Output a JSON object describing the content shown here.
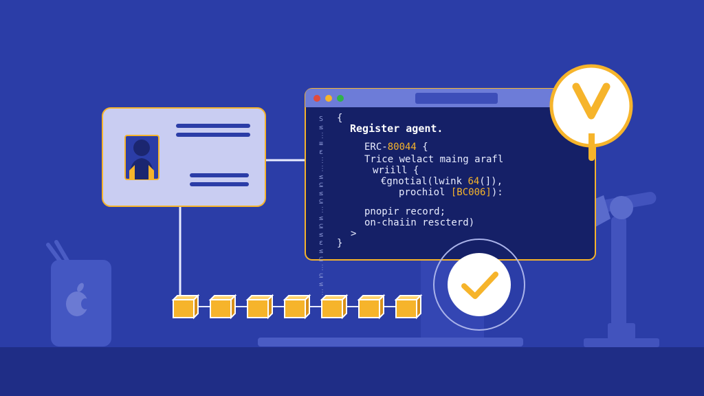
{
  "colors": {
    "background": "#2b3da7",
    "floor": "#1f2d86",
    "accent_orange": "#f6b42b",
    "card_fill": "#c9cdf2",
    "code_bg": "#152067",
    "browser_bar": "#6d7cd8",
    "check_circle": "#ffffff"
  },
  "icons": {
    "id_card": "person-id-card-icon",
    "blocks": "blockchain-block-icon",
    "verified": "check-mark-icon",
    "badge": "v-badge-icon",
    "lamp": "desk-lamp-icon",
    "cup": "pencil-cup-icon",
    "cup_logo": "apple-logo-icon",
    "window_close": "close-dot-icon",
    "window_minimize": "minimize-dot-icon",
    "window_maximize": "maximize-dot-icon"
  },
  "code": {
    "gutter": "S ≤ ⋮ ≡ ε ⋮ ⋮ ≤ ⊆ ≤ ⊆ ⋮ ≤ ⊆ ≤ ε ≤ ⊆ ⋮ ⊆ ≤ ⋮",
    "open_brace": "{",
    "title": "Register agent.",
    "line1_a": "ERC-",
    "line1_b": "80044",
    "line1_c": " {",
    "line2": "Trice welact maing arafl",
    "line3": "wriill {",
    "line4_a": "€gnotial(lwink ",
    "line4_b": "64",
    "line4_c": "(]),",
    "line5_a": "prochiol ",
    "line5_b": "[BC006]",
    "line5_c": "):",
    "line6": "pnopir record;",
    "line7": "on-chaiin rescterd)",
    "close_angle": ">",
    "close_brace": "}"
  },
  "block_count": 7
}
